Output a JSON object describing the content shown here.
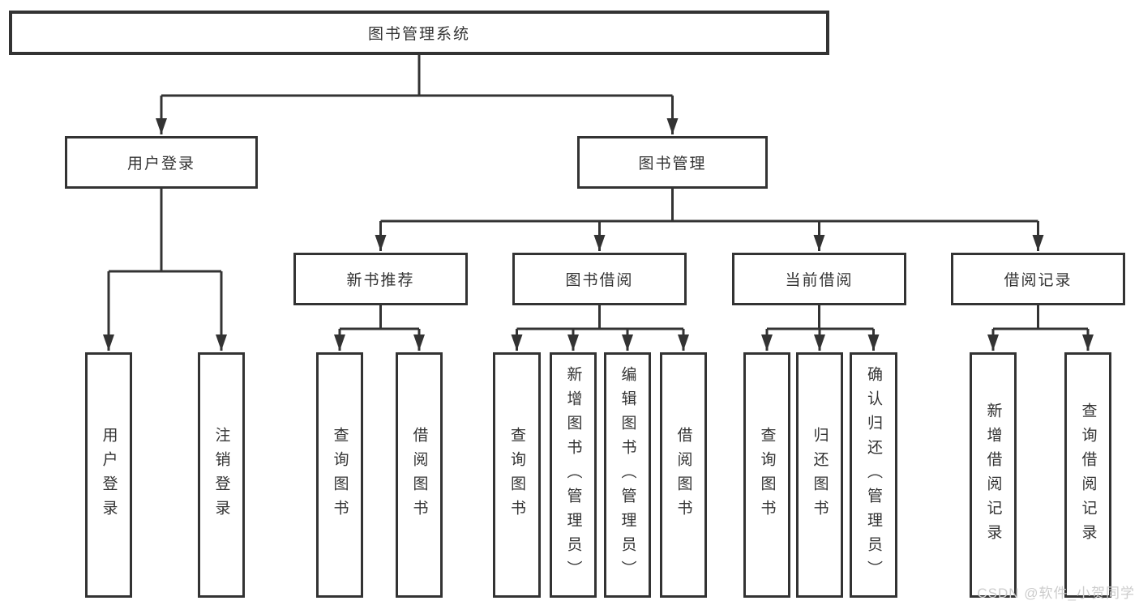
{
  "diagram": {
    "root": {
      "label": "图书管理系统"
    },
    "branches": [
      {
        "label": "用户登录",
        "children": [
          {
            "label": "用户登录"
          },
          {
            "label": "注销登录"
          }
        ]
      },
      {
        "label": "图书管理",
        "children": [
          {
            "label": "新书推荐",
            "children": [
              {
                "label": "查询图书"
              },
              {
                "label": "借阅图书"
              }
            ]
          },
          {
            "label": "图书借阅",
            "children": [
              {
                "label": "查询图书"
              },
              {
                "label": "新增图书（管理员）"
              },
              {
                "label": "编辑图书（管理员）"
              },
              {
                "label": "借阅图书"
              }
            ]
          },
          {
            "label": "当前借阅",
            "children": [
              {
                "label": "查询图书"
              },
              {
                "label": "归还图书"
              },
              {
                "label": "确认归还（管理员）"
              }
            ]
          },
          {
            "label": "借阅记录",
            "children": [
              {
                "label": "新增借阅记录"
              },
              {
                "label": "查询借阅记录"
              }
            ]
          }
        ]
      }
    ]
  },
  "watermark": {
    "text": "CSDN @软件_小贺同学"
  },
  "colors": {
    "line": "#333333",
    "text": "#333333",
    "background": "#ffffff",
    "watermark": "#cccccc"
  }
}
